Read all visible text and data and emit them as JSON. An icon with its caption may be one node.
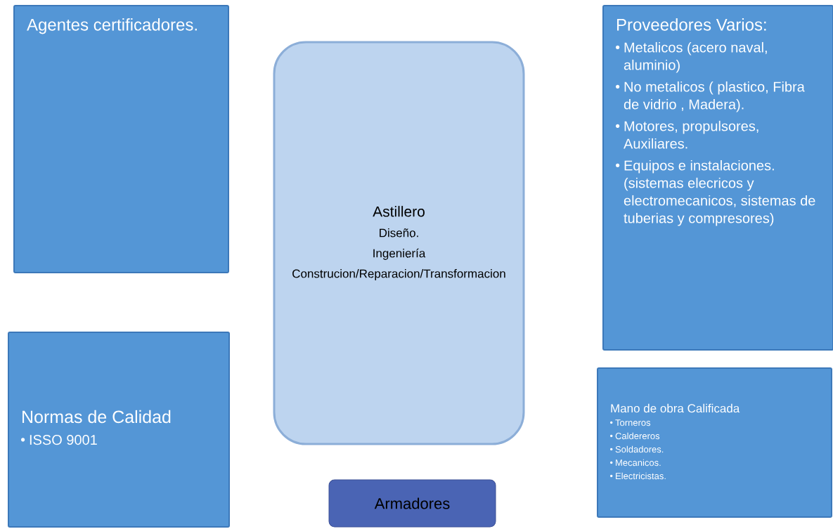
{
  "diagram": {
    "nodes": [
      {
        "text": [
          "Agentes certificadores."
        ]
      },
      {
        "text": [
          "Astillero",
          "Diseño.",
          "Ingeniería",
          "Construcion/Reparacion/Transformacion"
        ]
      },
      {
        "text": [
          "Proveedores Varios:",
          "Metalicos (acero naval, aluminio)",
          "No metalicos ( plastico, Fibra de vidrio , Madera).",
          "Motores, propulsores, Auxiliares.",
          "Equipos e instalaciones. (sistemas elecricos y electromecanicos,  sistemas de tuberias y compresores)"
        ]
      },
      {
        "text": [
          "Normas de Calidad",
          "ISSO 9001"
        ]
      },
      {
        "text": [
          "Armadores"
        ]
      },
      {
        "text": [
          "Mano de obra Calificada",
          "Torneros",
          "Caldereros",
          "Soldadores.",
          "Mecanicos.",
          "Electricistas."
        ]
      }
    ],
    "edges": []
  }
}
